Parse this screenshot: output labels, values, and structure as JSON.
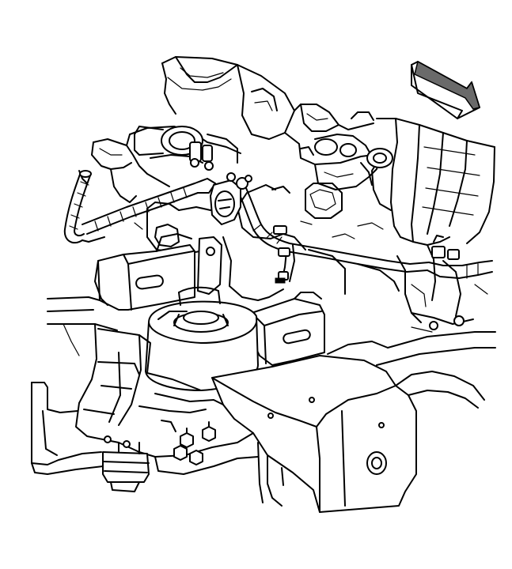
{
  "diagram": {
    "components": [
      "direction-arrow",
      "engine-block",
      "transmission-bellhousing",
      "wiring-harness",
      "wiring-harness-connector",
      "battery-cable",
      "coolant-hose",
      "engine-mount-bracket-left",
      "engine-mount-bracket-right",
      "engine-mount-insulator",
      "frame-rail",
      "crossmember",
      "mount-nuts",
      "harness-clips"
    ],
    "colors": {
      "line": "#000000",
      "background": "#ffffff",
      "arrow_fill": "#6a6a6a"
    }
  }
}
